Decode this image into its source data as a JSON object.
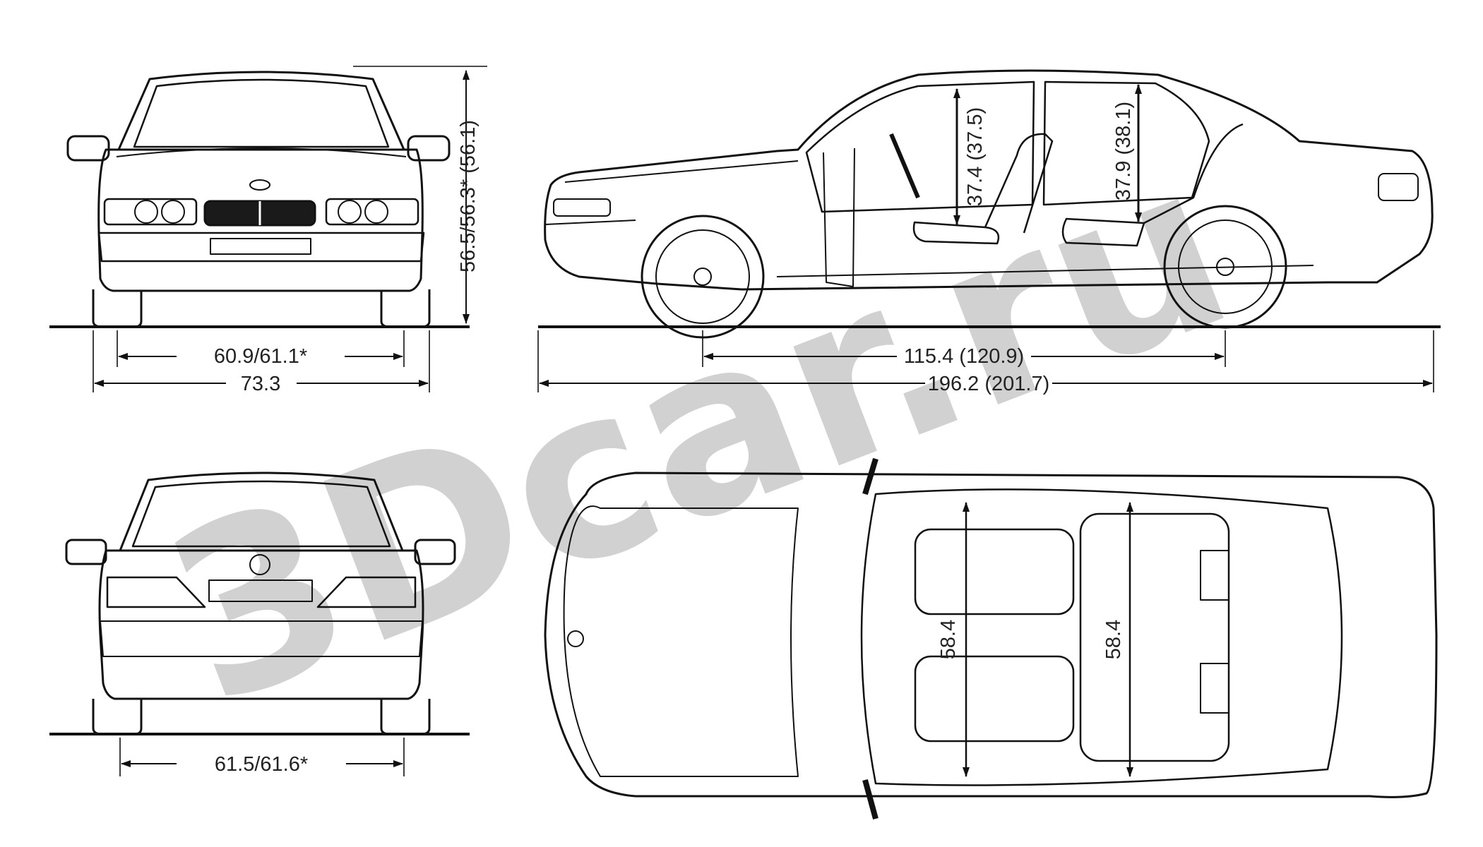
{
  "watermark": {
    "text": "3Dcar.ru",
    "color": "#c9c9c9"
  },
  "colors": {
    "line": "#111111",
    "dark_fill": "#1a1a1a",
    "background": "#ffffff"
  },
  "views": {
    "front": {
      "height_label": "56.5/56.3* (56.1)",
      "track_label": "60.9/61.1*",
      "width_label": "73.3"
    },
    "side": {
      "wheelbase_label": "115.4 (120.9)",
      "length_label": "196.2 (201.7)",
      "front_headroom_label": "37.4 (37.5)",
      "rear_headroom_label": "37.9 (38.1)"
    },
    "rear": {
      "track_label": "61.5/61.6*"
    },
    "top": {
      "front_shoulder_label": "58.4",
      "rear_shoulder_label": "58.4"
    }
  }
}
